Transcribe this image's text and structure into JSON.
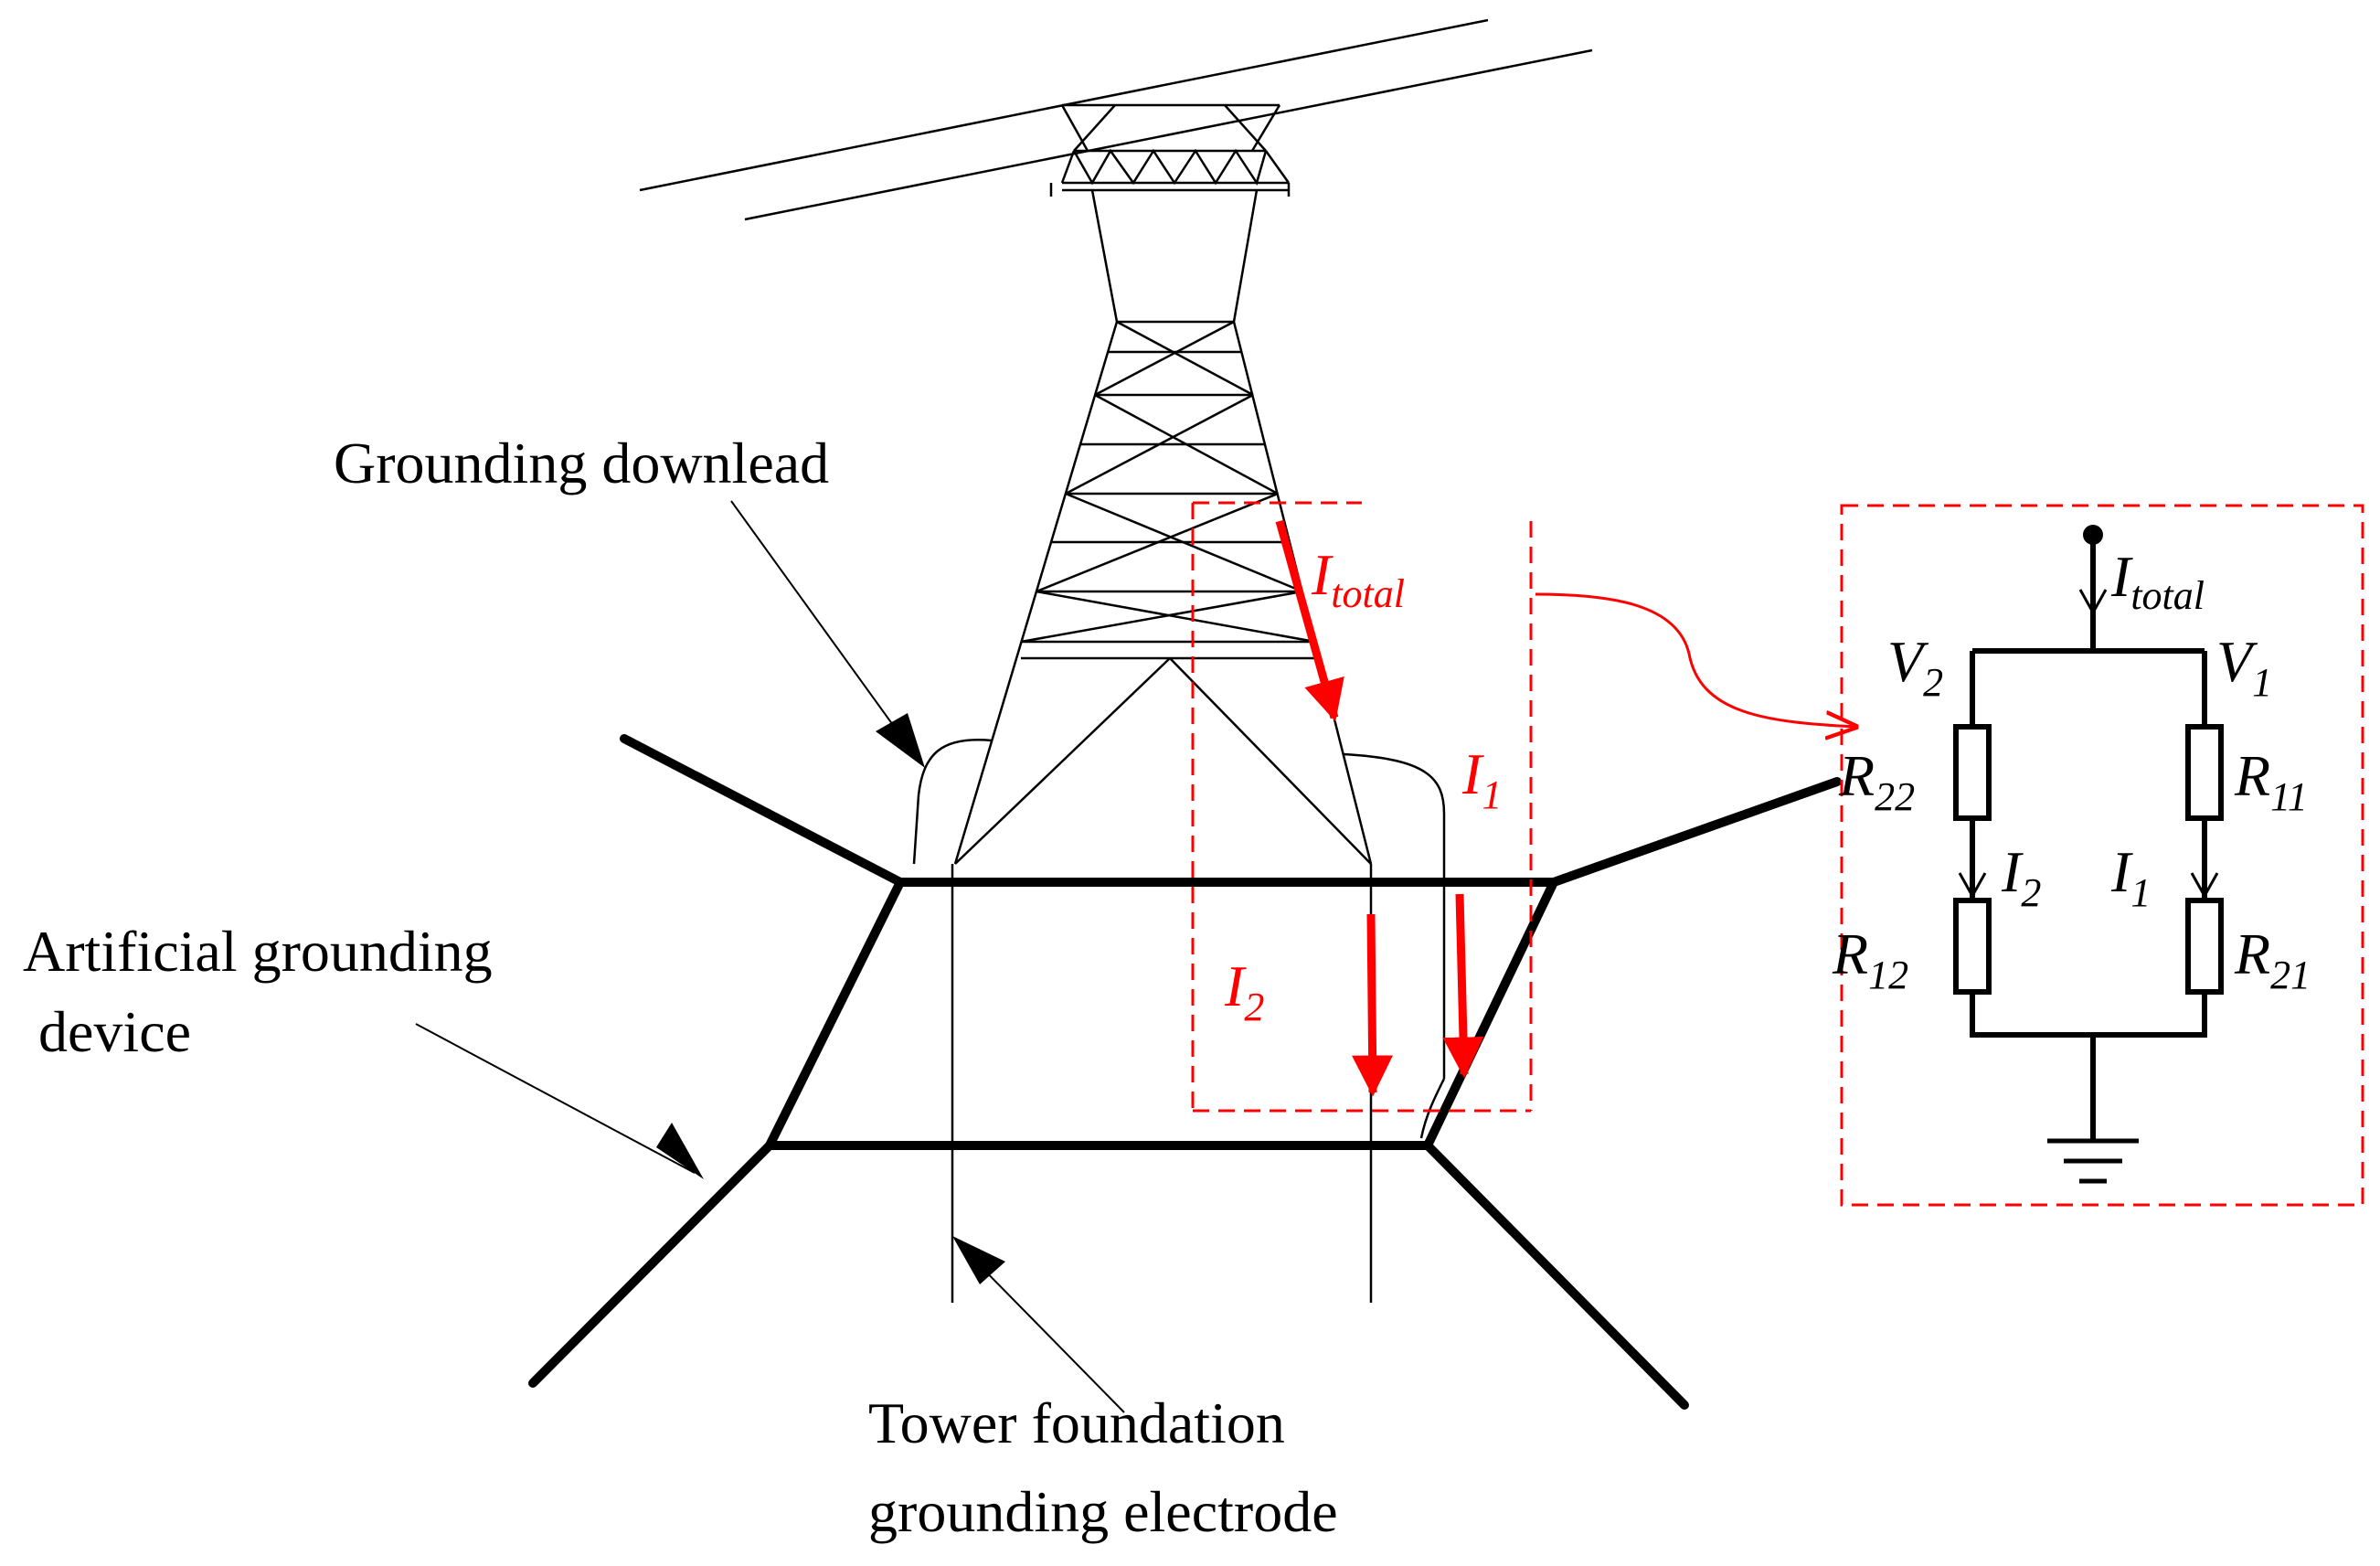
{
  "labels": {
    "grounding_downlead": "Grounding downlead",
    "artificial_grounding_line1": "Artificial grounding",
    "artificial_grounding_line2": "device",
    "tower_foundation_line1": "Tower foundation",
    "tower_foundation_line2": "grounding electrode"
  },
  "currents": {
    "total": {
      "main": "I",
      "sub": "total"
    },
    "i1": {
      "main": "I",
      "sub": "1"
    },
    "i2": {
      "main": "I",
      "sub": "2"
    }
  },
  "circuit": {
    "v1": {
      "main": "V",
      "sub": "1"
    },
    "v2": {
      "main": "V",
      "sub": "2"
    },
    "r11": {
      "main": "R",
      "sub": "11"
    },
    "r12": {
      "main": "R",
      "sub": "12"
    },
    "r21": {
      "main": "R",
      "sub": "21"
    },
    "r22": {
      "main": "R",
      "sub": "22"
    }
  },
  "colors": {
    "current": "#ff0000",
    "structure": "#000000"
  }
}
